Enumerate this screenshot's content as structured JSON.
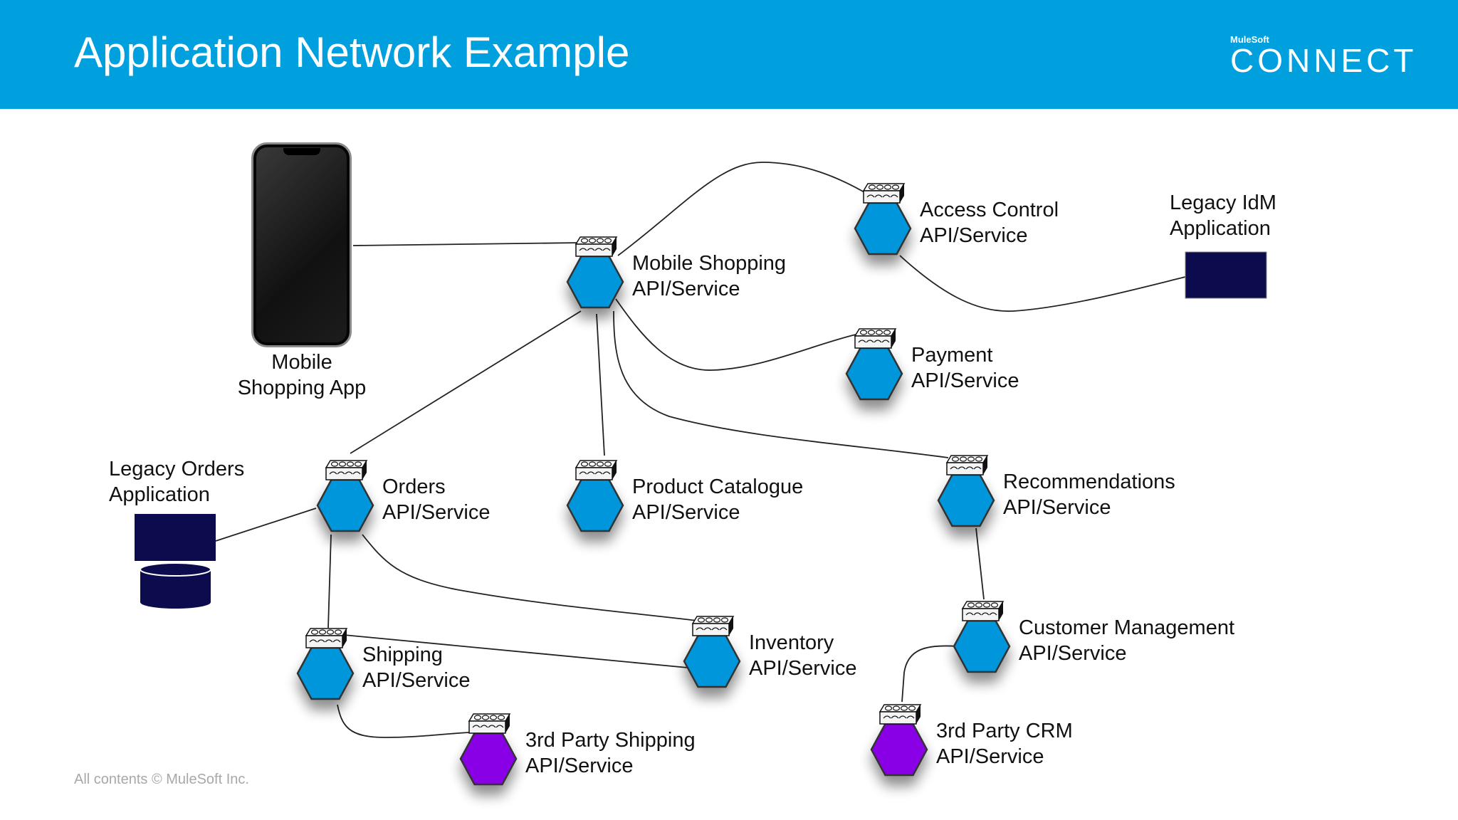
{
  "header": {
    "title": "Application Network Example",
    "logo_small": "MuleSoft",
    "logo_big": "CONNECT",
    "background": "#00a0df"
  },
  "footer": "All contents © MuleSoft Inc.",
  "colors": {
    "api": "#0096dc",
    "third_party": "#8a00e6",
    "legacy": "#0b0b4d"
  },
  "apps": {
    "mobile_app": {
      "line1": "Mobile",
      "line2": "Shopping App"
    },
    "legacy_idm": {
      "line1": "Legacy IdM",
      "line2": "Application"
    },
    "legacy_orders": {
      "line1": "Legacy Orders",
      "line2": "Application"
    }
  },
  "nodes": {
    "mobile_shopping": {
      "line1": "Mobile Shopping",
      "line2": "API/Service",
      "kind": "api"
    },
    "access_control": {
      "line1": "Access Control",
      "line2": "API/Service",
      "kind": "api"
    },
    "payment": {
      "line1": "Payment",
      "line2": "API/Service",
      "kind": "api"
    },
    "orders": {
      "line1": "Orders",
      "line2": "API/Service",
      "kind": "api"
    },
    "product_catalogue": {
      "line1": "Product Catalogue",
      "line2": "API/Service",
      "kind": "api"
    },
    "recommendations": {
      "line1": "Recommendations",
      "line2": "API/Service",
      "kind": "api"
    },
    "customer_management": {
      "line1": "Customer Management",
      "line2": "API/Service",
      "kind": "api"
    },
    "shipping": {
      "line1": "Shipping",
      "line2": "API/Service",
      "kind": "api"
    },
    "inventory": {
      "line1": "Inventory",
      "line2": "API/Service",
      "kind": "api"
    },
    "third_party_shipping": {
      "line1": "3rd Party Shipping",
      "line2": "API/Service",
      "kind": "third_party"
    },
    "third_party_crm": {
      "line1": "3rd Party CRM",
      "line2": "API/Service",
      "kind": "third_party"
    }
  },
  "edges": [
    [
      "mobile_app",
      "mobile_shopping"
    ],
    [
      "mobile_shopping",
      "access_control"
    ],
    [
      "access_control",
      "legacy_idm"
    ],
    [
      "mobile_shopping",
      "payment"
    ],
    [
      "mobile_shopping",
      "recommendations"
    ],
    [
      "mobile_shopping",
      "product_catalogue"
    ],
    [
      "mobile_shopping",
      "orders"
    ],
    [
      "orders",
      "legacy_orders"
    ],
    [
      "orders",
      "shipping"
    ],
    [
      "orders",
      "inventory"
    ],
    [
      "shipping",
      "inventory"
    ],
    [
      "shipping",
      "third_party_shipping"
    ],
    [
      "recommendations",
      "customer_management"
    ],
    [
      "customer_management",
      "third_party_crm"
    ]
  ]
}
